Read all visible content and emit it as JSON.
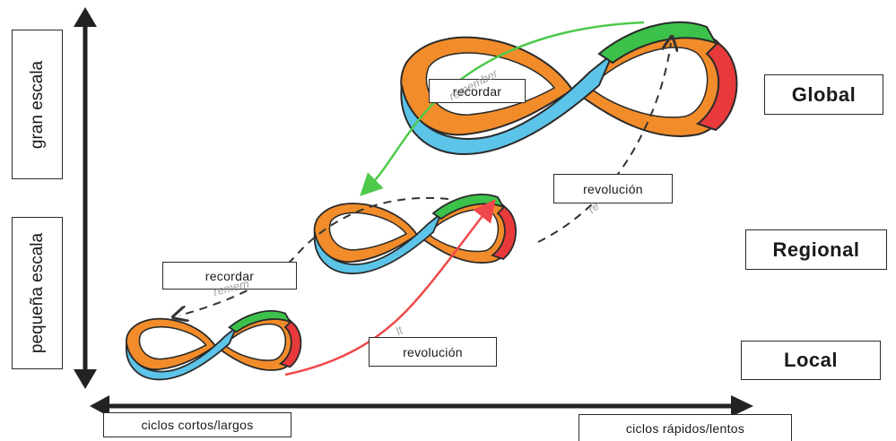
{
  "axes": {
    "y_top": "gran escala",
    "y_bottom": "pequeña escala",
    "x_left": "ciclos cortos/largos",
    "x_right": "ciclos rápidos/lentos"
  },
  "scales": {
    "global": "Global",
    "regional": "Regional",
    "local": "Local"
  },
  "labels": {
    "recordar_top": "recordar",
    "recordar_mid": "recordar",
    "revolucion_top": "revolución",
    "revolucion_bottom": "revolución"
  },
  "ghost_text": {
    "remember_top": "remember",
    "remember_mid": "remem",
    "revolt_top": "re",
    "revolt_bottom": "lt"
  },
  "colors": {
    "orange": "#f28c2a",
    "blue": "#5cc4e8",
    "green": "#3cc24a",
    "red": "#e8393b",
    "outline": "#2a2a2a",
    "green_arrow": "#4ec94a",
    "red_arrow": "#f0484a",
    "dashed_arrow": "#333333"
  }
}
